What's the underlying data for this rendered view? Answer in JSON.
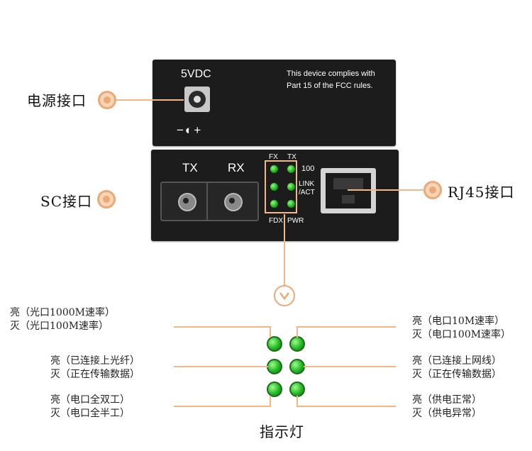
{
  "device_top": {
    "power_label": "5VDC",
    "polarity": "−◐+",
    "fcc_line1": "This device complies with",
    "fcc_line2": "Part 15 of the FCC rules."
  },
  "device_front": {
    "tx": "TX",
    "rx": "RX",
    "led_fx": "FX",
    "led_tx": "TX",
    "led_100": "100",
    "led_link": "LINK",
    "led_act": "/ACT",
    "led_fdx": "FDX",
    "led_pwr": "PWR"
  },
  "callouts": {
    "power_port": "电源接口",
    "sc_port": "SC接口",
    "rj45_port": "RJ45接口",
    "indicator": "指示灯"
  },
  "left_labels": {
    "row1_on": "亮（光口1000M速率）",
    "row1_off": "灭（光口100M速率）",
    "row2_on": "亮（已连接上光纤）",
    "row2_off": "灭（正在传输数据）",
    "row3_on": "亮（电口全双工）",
    "row3_off": "灭（电口全半工）"
  },
  "right_labels": {
    "row1_on": "亮（电口10M速率）",
    "row1_off": "灭（电口100M速率）",
    "row2_on": "亮（已连接上网线）",
    "row2_off": "灭（正在传输数据）",
    "row3_on": "亮（供电正常）",
    "row3_off": "灭（供电异常）"
  },
  "colors": {
    "accent": "#e9a978",
    "led_green": "#26b626",
    "device": "#1c1c1c"
  }
}
